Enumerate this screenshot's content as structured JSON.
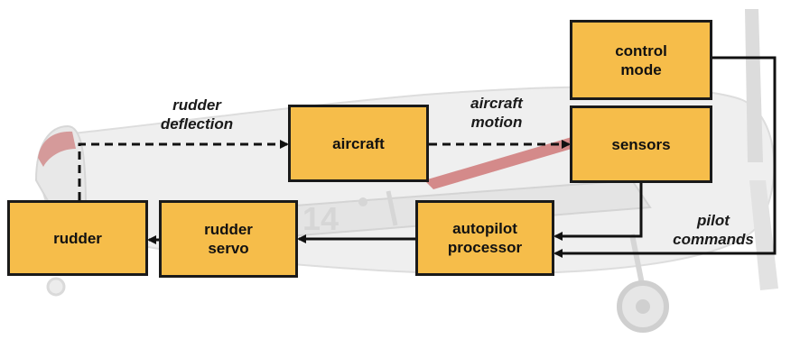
{
  "diagram": {
    "blocks": {
      "control_mode": "control\nmode",
      "sensors": "sensors",
      "aircraft": "aircraft",
      "autopilot_processor": "autopilot\nprocessor",
      "rudder_servo": "rudder\nservo",
      "rudder": "rudder"
    },
    "labels": {
      "rudder_deflection": "rudder\ndeflection",
      "aircraft_motion": "aircraft\nmotion",
      "pilot_commands": "pilot\ncommands"
    },
    "background_text": {
      "fuselage_marking": "14"
    }
  },
  "colors": {
    "block_fill": "#f6bd4a",
    "block_border": "#1a1a1a",
    "arrow": "#111111",
    "aircraft_background": "#e9e9e9",
    "aircraft_accent": "#c46a6a"
  }
}
